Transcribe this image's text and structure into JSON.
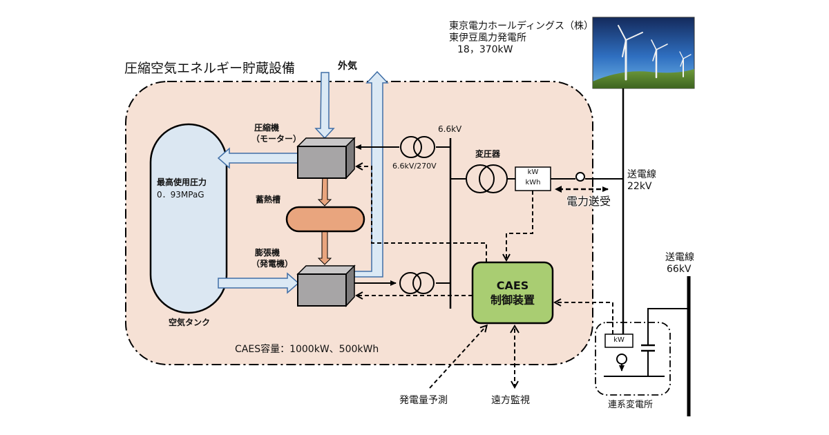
{
  "facility_title": "圧縮空気エネルギー貯蔵設備",
  "outside_air": "外気",
  "wind_farm": {
    "owner": "東京電力ホールディングス（株）",
    "name": "東伊豆風力発電所",
    "capacity": "18，370kW",
    "image": "wind-turbines-photo"
  },
  "compressor": {
    "line1": "圧縮機",
    "line2": "（モーター）"
  },
  "expander": {
    "line1": "膨張機",
    "line2": "（発電機）"
  },
  "heat_storage": "蓄熱槽",
  "air_tank": {
    "label": "空気タンク",
    "pressure_label": "最高使用圧力",
    "pressure_value": "0．93MPaG"
  },
  "bus_voltage": "6.6kV",
  "small_transformer_rating": "6.6kV/270V",
  "main_transformer": "変圧器",
  "meter": {
    "line1": "kW",
    "line2": "kWh"
  },
  "power_exchange": "電力送受",
  "line_22kv": {
    "line1": "送電線",
    "line2": "22kV"
  },
  "line_66kv": {
    "line1": "送電線",
    "line2": "66kV"
  },
  "controller": {
    "line1": "CAES",
    "line2": "制御装置"
  },
  "capacity_note": "CAES容量：1000kW、500kWh",
  "forecast": "発電量予測",
  "remote_monitoring": "遠方監視",
  "substation": {
    "label": "連系変電所",
    "meter": "kW"
  },
  "colors": {
    "facility_fill": "#f6e1d5",
    "tank_fill": "#dbe7f2",
    "air_arrow_fill": "#dbe9f5",
    "air_arrow_stroke": "#3f6ea6",
    "heat_fill": "#e9a57e",
    "controller_fill": "#a9cd72",
    "machine_front": "#a7a5a6",
    "machine_top": "#c9c7c8",
    "machine_side": "#7d7b7c"
  }
}
